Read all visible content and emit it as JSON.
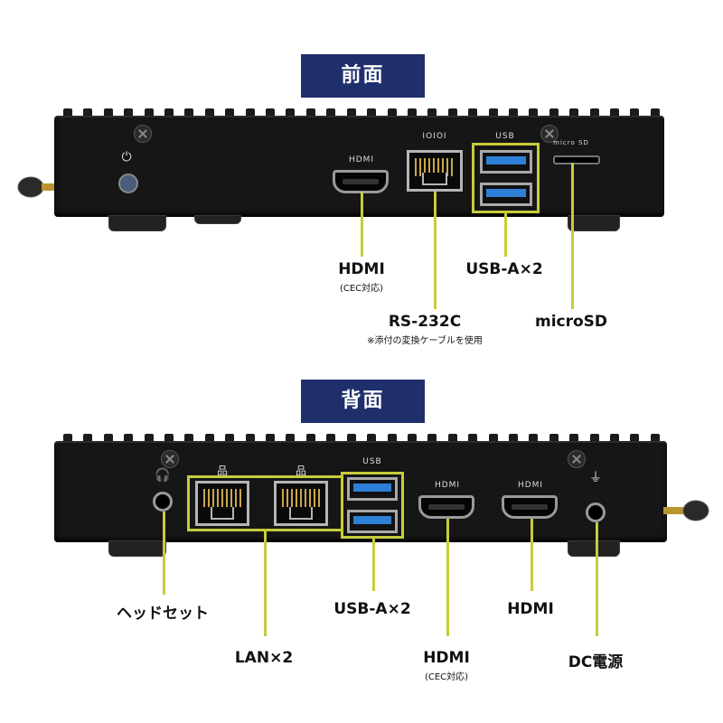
{
  "front": {
    "title": "前面",
    "port_labels": {
      "serial": "IOIOI",
      "usb": "USB",
      "hdmi": "HDMI",
      "micro_sd": "micro SD"
    },
    "callouts": {
      "hdmi": "HDMI",
      "hdmi_note": "(CEC対応)",
      "rs232c": "RS-232C",
      "rs232c_note": "※添付の変換ケーブルを使用",
      "usb": "USB-A×2",
      "microsd": "microSD"
    }
  },
  "back": {
    "title": "背面",
    "port_labels": {
      "usb": "USB",
      "hdmi1": "HDMI",
      "hdmi2": "HDMI"
    },
    "callouts": {
      "headset": "ヘッドセット",
      "lan": "LAN×2",
      "usb": "USB-A×2",
      "hdmi_cec": "HDMI",
      "hdmi_cec_note": "(CEC対応)",
      "hdmi": "HDMI",
      "dc": "DC電源"
    }
  },
  "colors": {
    "badge": "#1f2f6b",
    "highlight": "#c7cc3a",
    "device": "#161616"
  }
}
